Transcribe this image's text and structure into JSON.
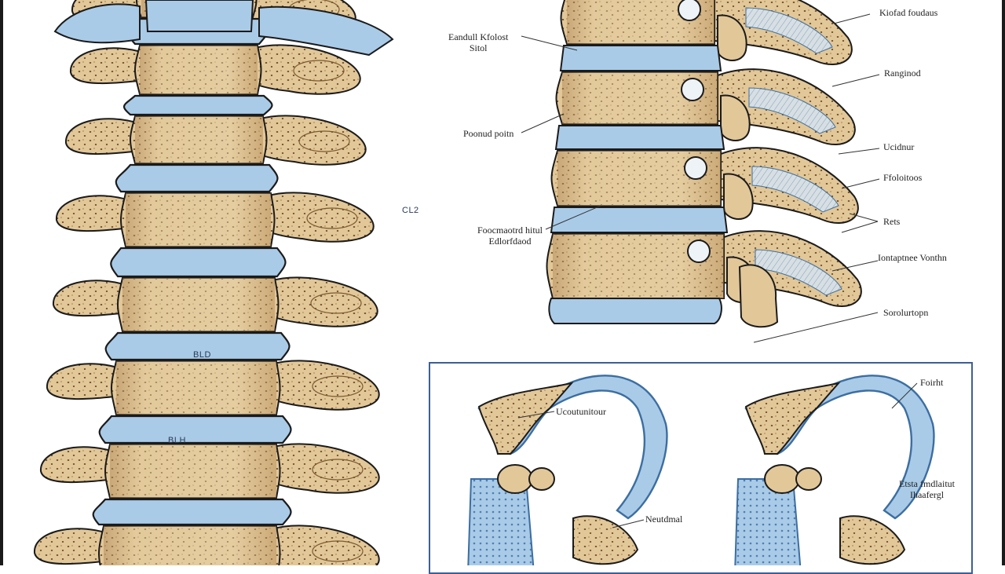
{
  "palette": {
    "bone": "#e2c798",
    "bone_shadow": "#b38a55",
    "bone_dark": "#7a5a30",
    "disc": "#a9cbe8",
    "disc_edge": "#3c6ea0",
    "outline": "#1b1b1b",
    "frame": "#3d5f95"
  },
  "left_spine": {
    "inline_labels": [
      "CL2",
      "BLD",
      "BLH"
    ]
  },
  "top_right_detail": {
    "callouts": [
      "Kiofad foudaus",
      "Eandull Kfolost\nSitol",
      "Ranginod",
      "Poonud poitn",
      "Ucidnur",
      "Ffoloitoos",
      "Foocmaotrd hitul\nEdlorfdaod",
      "Rets",
      "Iontaptnee Vonthn",
      "Sorolurtopn"
    ]
  },
  "inset_panel": {
    "callouts": [
      "Ucoutunitour",
      "Neutdmal",
      "Foirht",
      "Etsta fmdlaitut\nIhaafergl"
    ]
  }
}
